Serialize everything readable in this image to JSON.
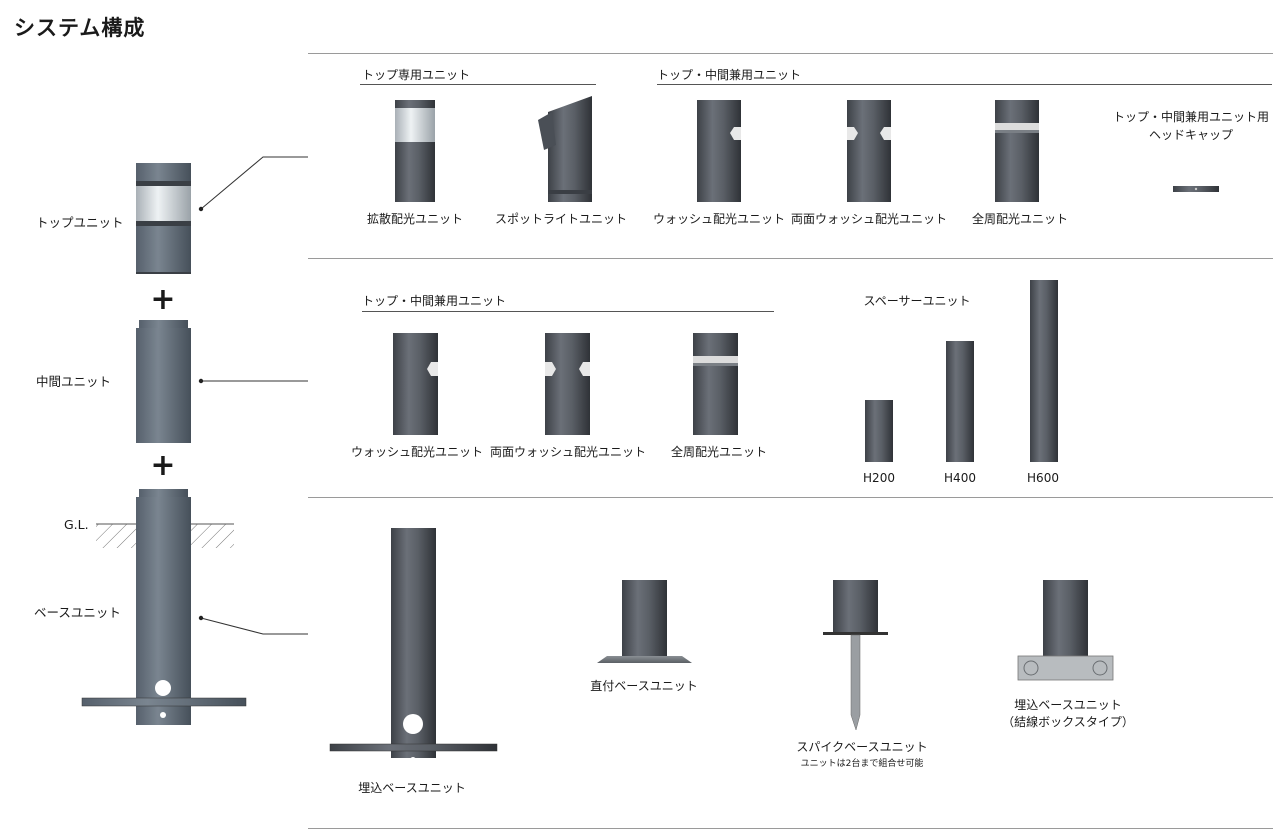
{
  "title": "システム構成",
  "left": {
    "top_unit": "トップユニット",
    "middle_unit": "中間ユニット",
    "base_unit": "ベースユニット",
    "gl": "G.L.",
    "plus": "+"
  },
  "row1": {
    "section_top_only": "トップ専用ユニット",
    "section_top_mid": "トップ・中間兼用ユニット",
    "items": [
      "拡散配光ユニット",
      "スポットライトユニット",
      "ウォッシュ配光ユニット",
      "両面ウォッシュ配光ユニット",
      "全周配光ユニット"
    ],
    "headcap_line1": "トップ・中間兼用ユニット用",
    "headcap_line2": "ヘッドキャップ"
  },
  "row2": {
    "section_top_mid": "トップ・中間兼用ユニット",
    "items": [
      "ウォッシュ配光ユニット",
      "両面ウォッシュ配光ユニット",
      "全周配光ユニット"
    ],
    "spacer_title": "スペーサーユニット",
    "spacers": [
      "H200",
      "H400",
      "H600"
    ]
  },
  "row3": {
    "embed": "埋込ベースユニット",
    "direct": "直付ベースユニット",
    "spike": "スパイクベースユニット",
    "spike_note": "ユニットは2台まで組合せ可能",
    "embed_box_line1": "埋込ベースユニット",
    "embed_box_line2": "（結線ボックスタイプ）"
  }
}
